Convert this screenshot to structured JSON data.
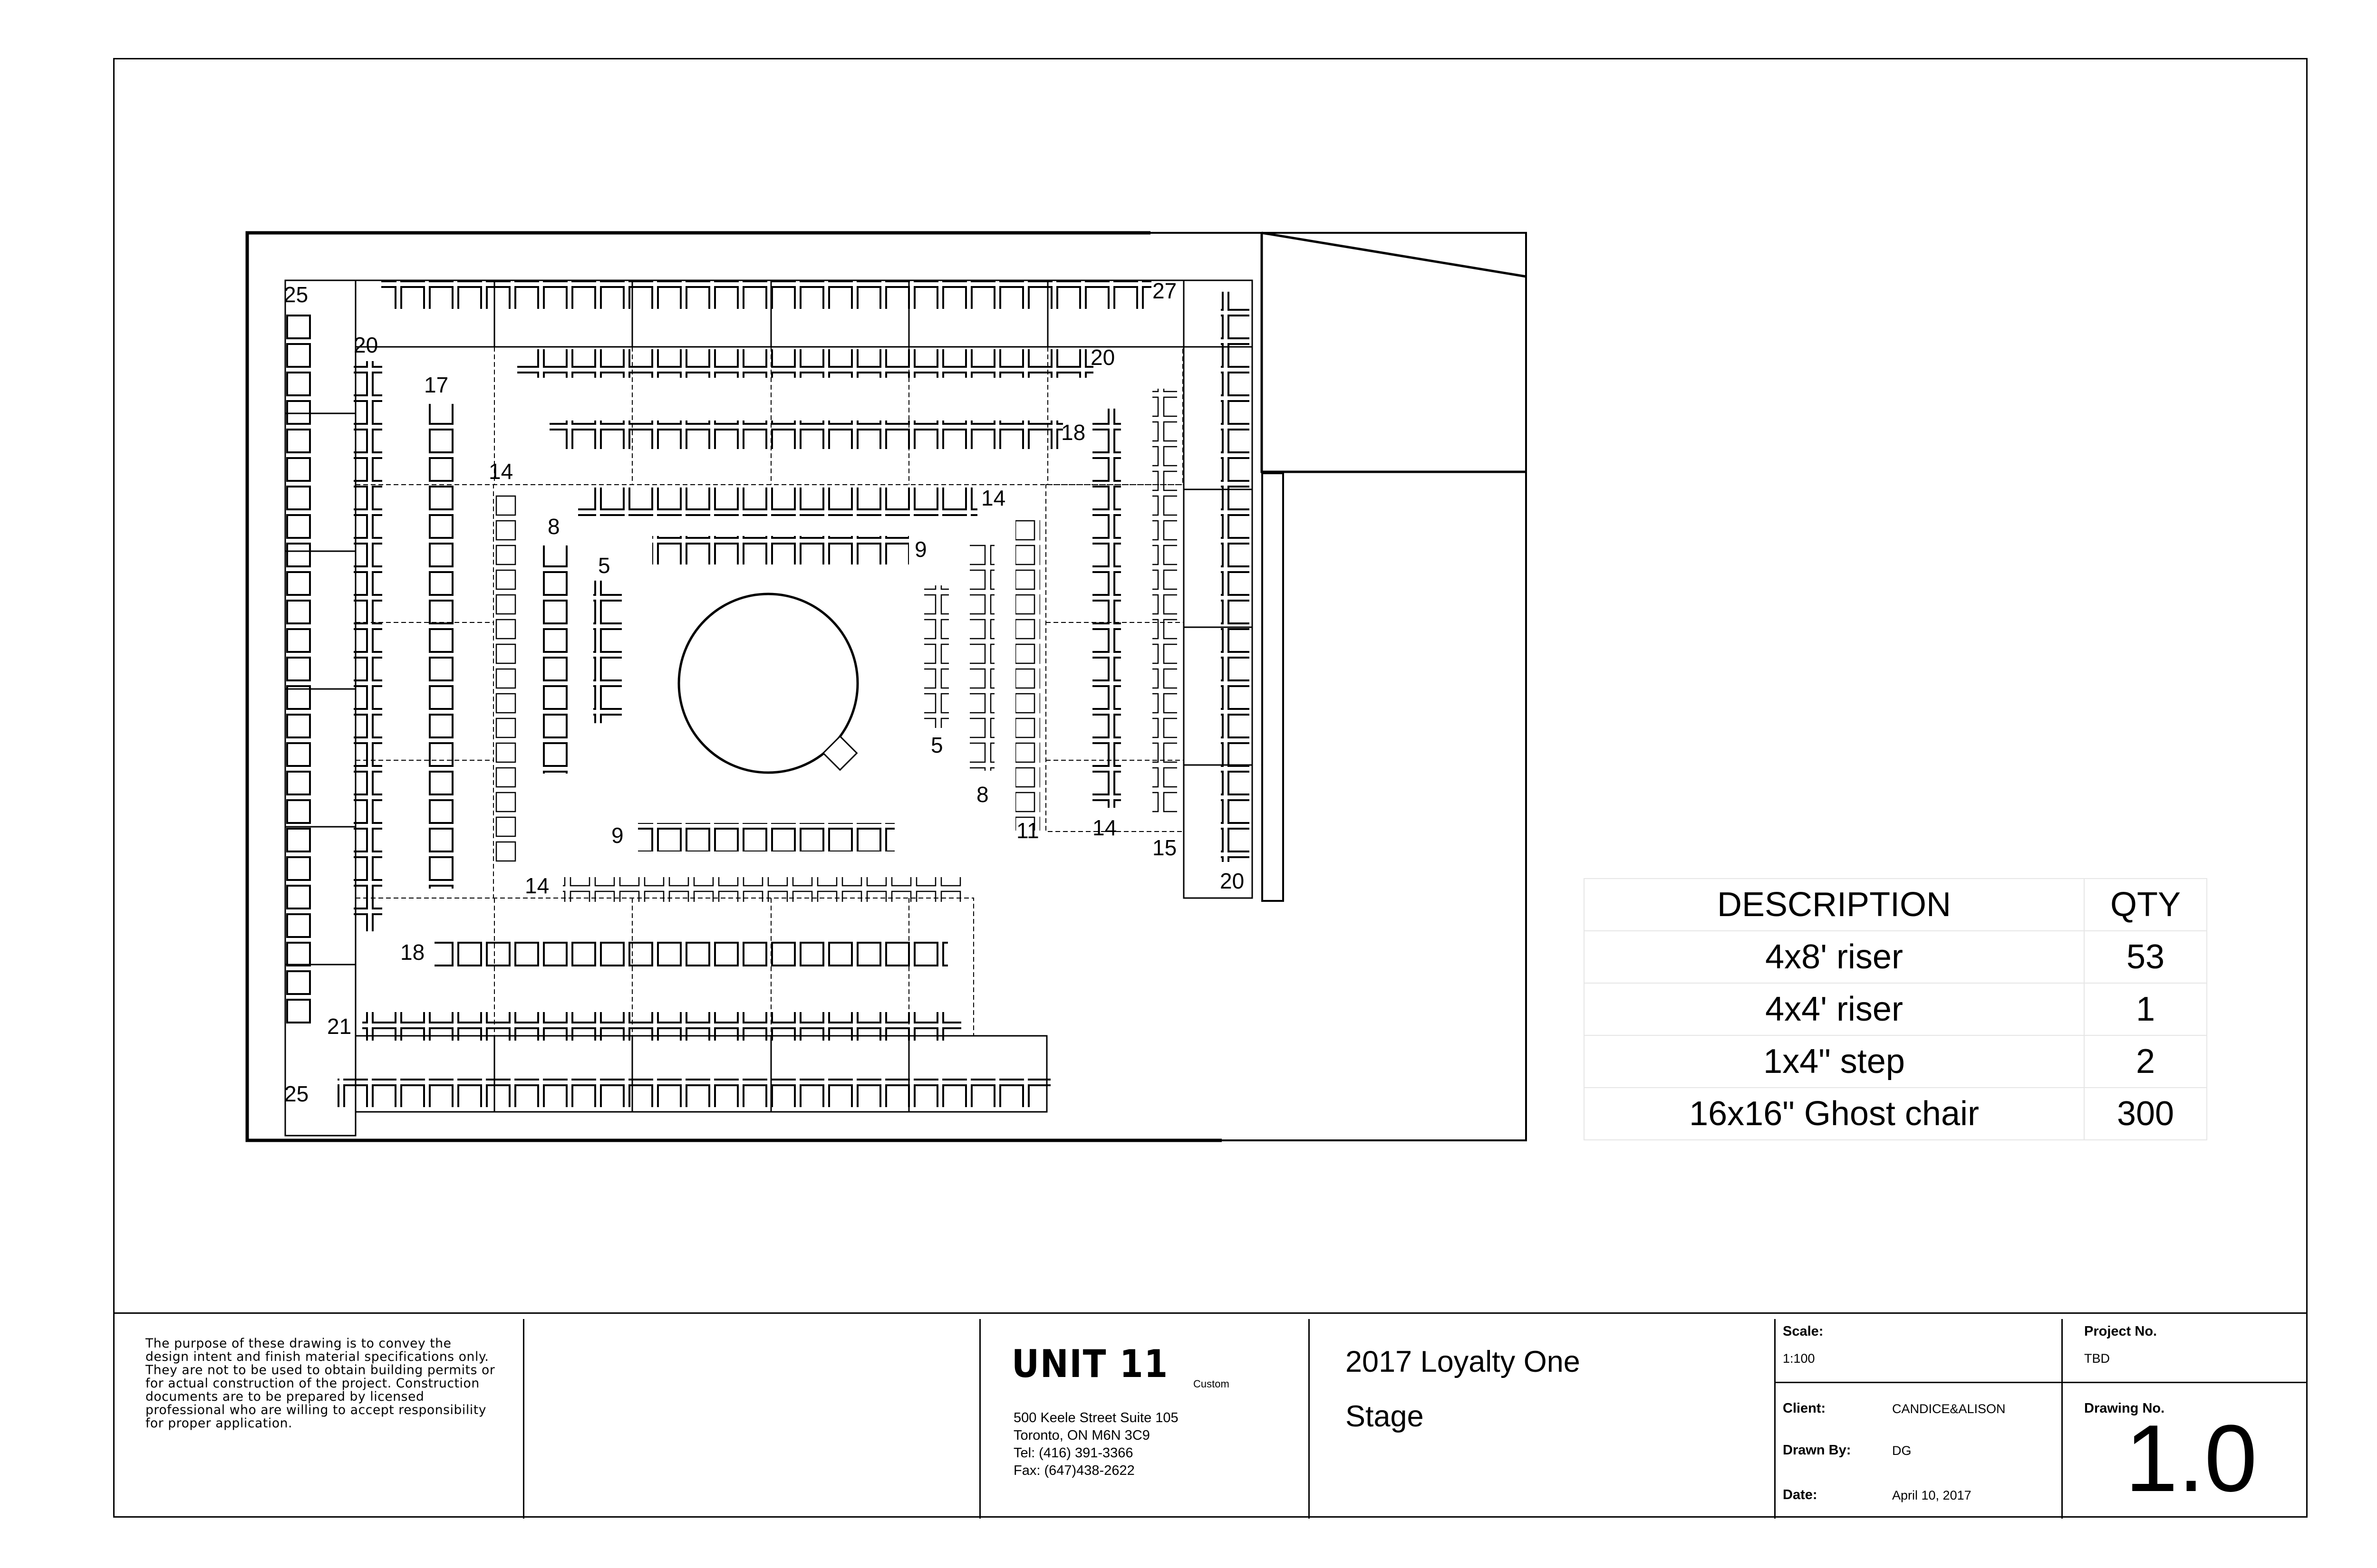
{
  "plan": {
    "row_labels": [
      "25",
      "27",
      "20",
      "20",
      "17",
      "18",
      "14",
      "14",
      "8",
      "9",
      "5",
      "5",
      "8",
      "11",
      "14",
      "15",
      "20",
      "9",
      "14",
      "18",
      "21",
      "25"
    ]
  },
  "riser_table": {
    "header": {
      "description": "DESCRIPTION",
      "qty": "QTY"
    },
    "rows": [
      {
        "description": "4x8' riser",
        "qty": "53"
      },
      {
        "description": "4x4' riser",
        "qty": "1"
      },
      {
        "description": "1x4\" step",
        "qty": "2"
      },
      {
        "description": "16x16\" Ghost chair",
        "qty": "300"
      }
    ]
  },
  "title_block": {
    "disclaimer": "The purpose of these drawing is to convey the design intent and finish material specifications only. They are not to be used to obtain building permits or for actual construction of the project. Construction documents are to be prepared by licensed professional who are willing to accept responsibility for proper application.",
    "company": {
      "logo_text": "UNIT 11",
      "logo_sub": "Custom",
      "address_lines": [
        "500 Keele Street Suite 105",
        "Toronto, ON M6N 3C9",
        "Tel:  (416) 391-3366",
        "Fax: (647)438-2622"
      ]
    },
    "project_title": "2017 Loyalty One",
    "project_subtitle": "Stage",
    "scale_label": "Scale:",
    "scale_value": "1:100",
    "client_label": "Client:",
    "client_value": "CANDICE&ALISON",
    "drawn_by_label": "Drawn By:",
    "drawn_by_value": "DG",
    "date_label": "Date:",
    "date_value": "April 10, 2017",
    "project_no_label": "Project  No.",
    "project_no_value": "TBD",
    "drawing_no_label": "Drawing  No.",
    "drawing_no_value": "1.0"
  }
}
